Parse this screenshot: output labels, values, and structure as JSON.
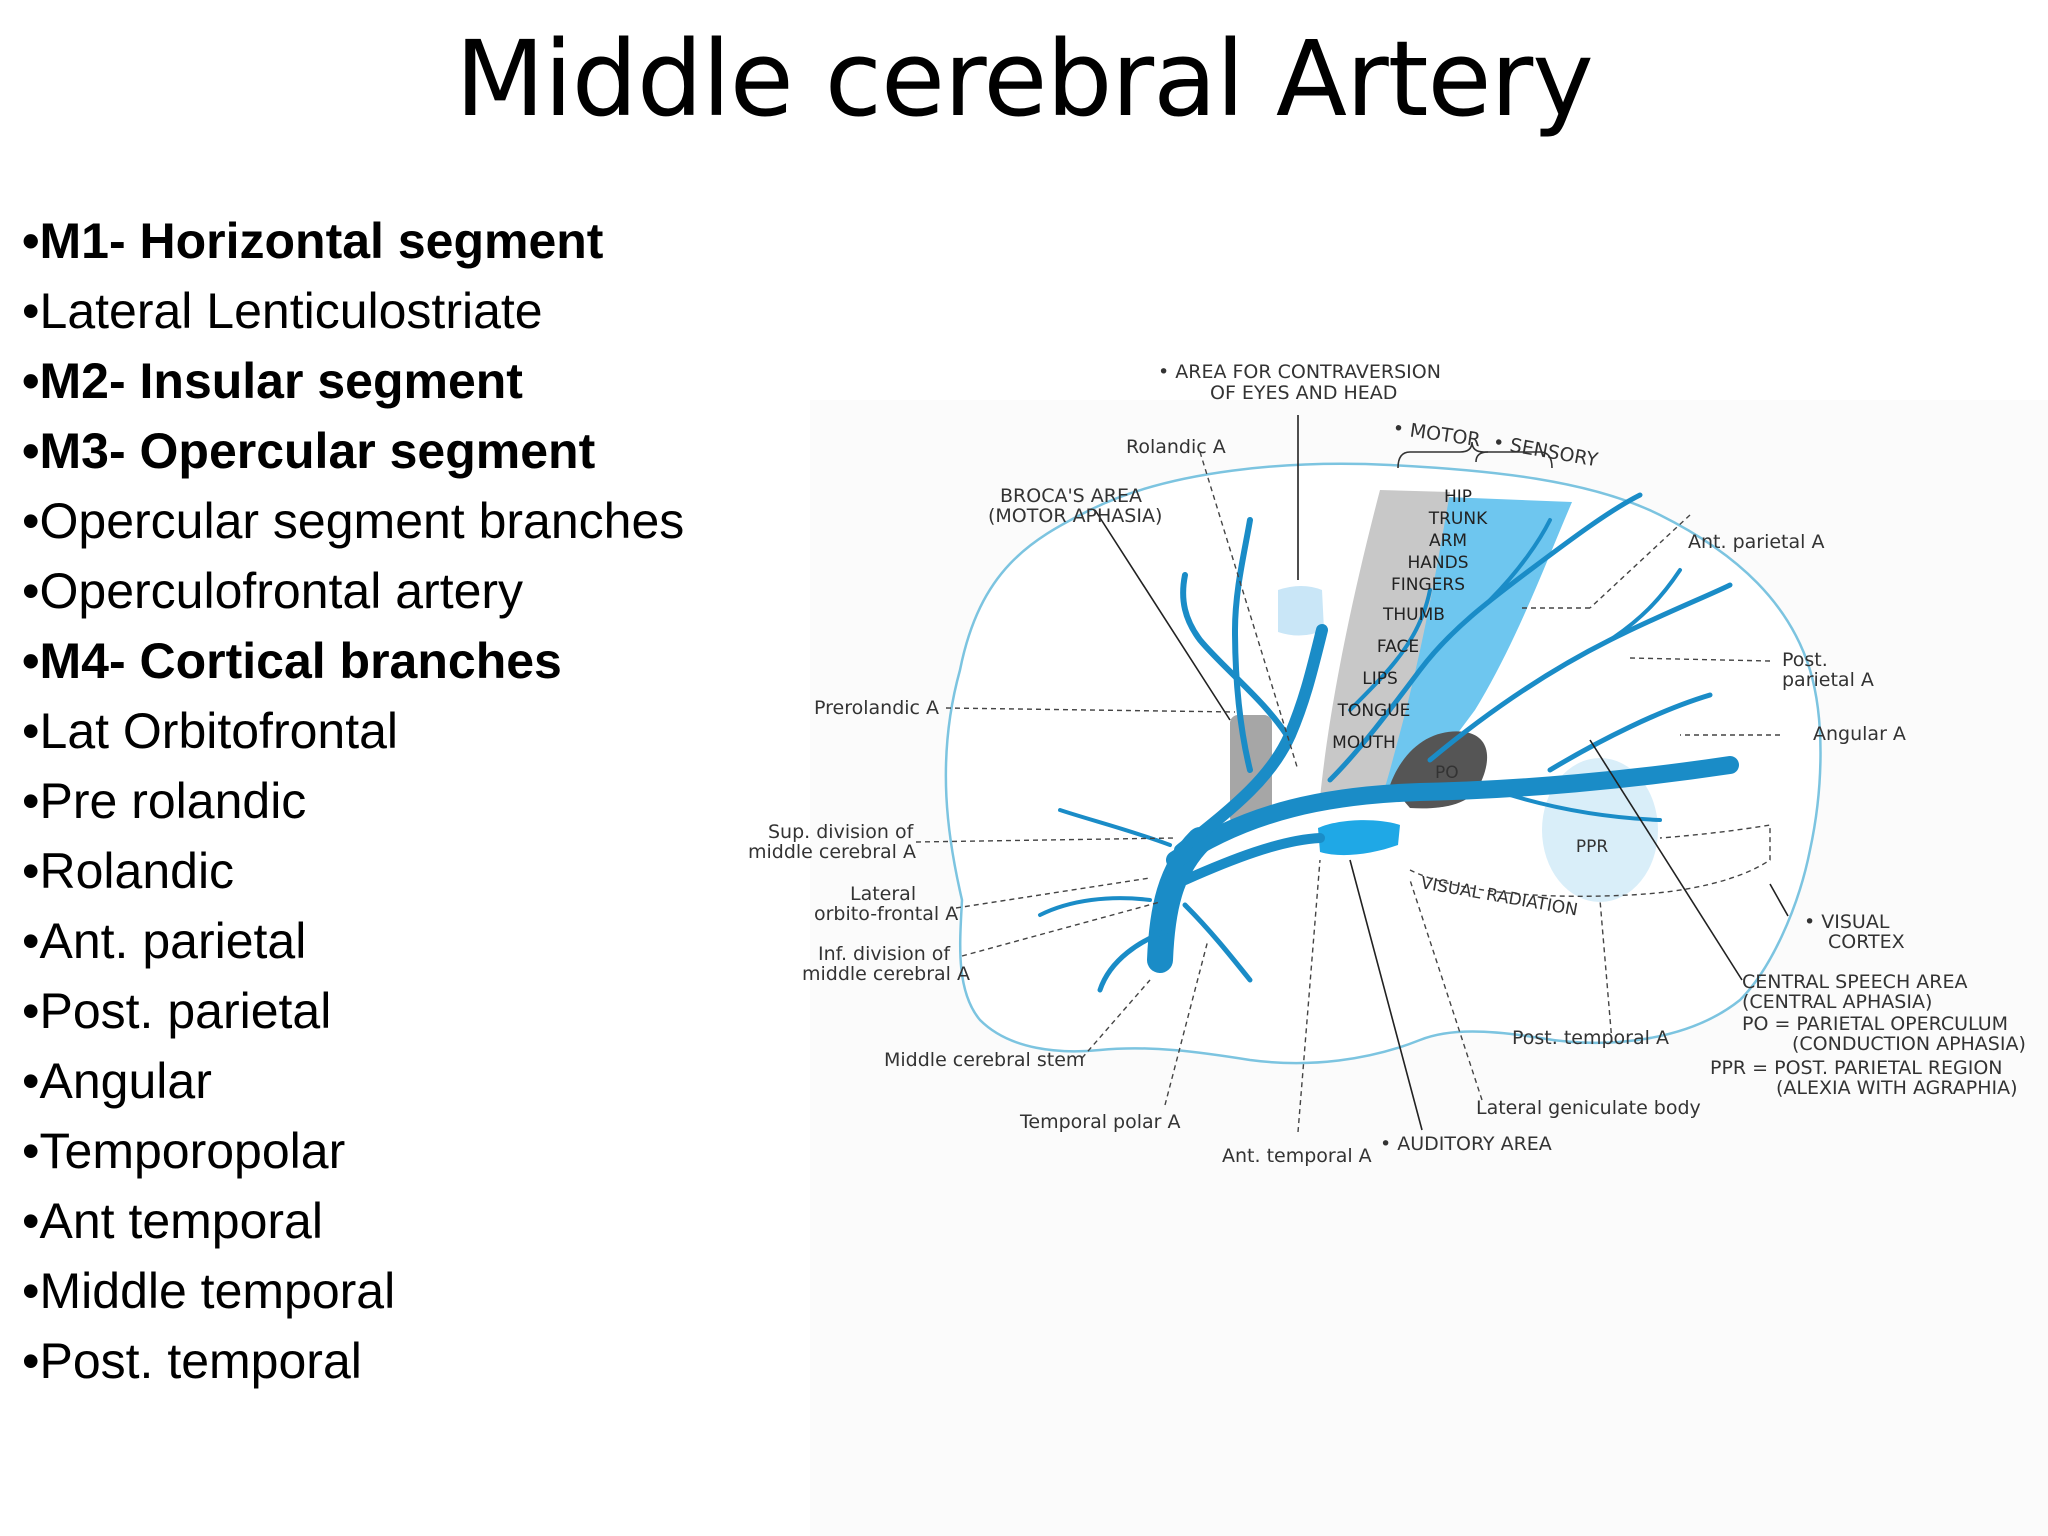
{
  "title": "Middle cerebral Artery",
  "bullets": [
    {
      "text": "•M1- Horizontal segment",
      "bold": true
    },
    {
      "text": "•Lateral Lenticulostriate",
      "bold": false
    },
    {
      "text": "•M2- Insular segment",
      "bold": true
    },
    {
      "text": "•M3- Opercular segment",
      "bold": true
    },
    {
      "text": "•Opercular segment branches",
      "bold": false
    },
    {
      "text": "•Operculofrontal artery",
      "bold": false
    },
    {
      "text": "•M4- Cortical branches",
      "bold": true
    },
    {
      "text": "•Lat Orbitofrontal",
      "bold": false
    },
    {
      "text": "•Pre rolandic",
      "bold": false
    },
    {
      "text": "•Rolandic",
      "bold": false
    },
    {
      "text": "•Ant. parietal",
      "bold": false
    },
    {
      "text": "•Post. parietal",
      "bold": false
    },
    {
      "text": "•Angular",
      "bold": false
    },
    {
      "text": "•Temporopolar",
      "bold": false
    },
    {
      "text": "•Ant temporal",
      "bold": false
    },
    {
      "text": "•Middle temporal",
      "bold": false
    },
    {
      "text": "•Post. temporal",
      "bold": false
    }
  ],
  "diagram": {
    "labels": {
      "contraversion_1": "• AREA FOR CONTRAVERSION",
      "contraversion_2": "OF EYES AND HEAD",
      "motor": "• MOTOR",
      "sensory": "• SENSORY",
      "rolandic": "Rolandic A",
      "broca_1": "BROCA'S AREA",
      "broca_2": "(MOTOR APHASIA)",
      "ant_parietal": "Ant. parietal A",
      "post_parietal_1": "Post.",
      "post_parietal_2": "parietal A",
      "angular": "Angular A",
      "prerolandic": "Prerolandic A",
      "sup_division_1": "Sup. division of",
      "sup_division_2": "middle cerebral A",
      "lateral_of_1": "Lateral",
      "lateral_of_2": "orbito-frontal A",
      "inf_division_1": "Inf. division of",
      "inf_division_2": "middle cerebral A",
      "visual_radiation": "VISUAL RADIATION",
      "visual_cortex_1": "• VISUAL",
      "visual_cortex_2": "CORTEX",
      "ppr": "PPR",
      "po": "PO",
      "central_speech_1": "CENTRAL SPEECH AREA",
      "central_speech_2": "(CENTRAL APHASIA)",
      "po_def_1": "PO = PARIETAL OPERCULUM",
      "po_def_2": "(CONDUCTION APHASIA)",
      "ppr_def_1": "PPR = POST. PARIETAL REGION",
      "ppr_def_2": "(ALEXIA WITH AGRAPHIA)",
      "middle_stem": "Middle cerebral stem",
      "post_temporal": "Post. temporal A",
      "lateral_geniculate": "Lateral geniculate body",
      "temporal_polar": "Temporal polar A",
      "ant_temporal": "Ant. temporal A",
      "auditory": "• AUDITORY AREA"
    },
    "somatotopy": [
      "HIP",
      "TRUNK",
      "ARM",
      "HANDS",
      "FINGERS",
      "THUMB",
      "FACE",
      "LIPS",
      "TONGUE",
      "MOUTH"
    ],
    "colors": {
      "vessel": "#1a8cc7",
      "outline": "#7cc4e0",
      "sensory_strip": "#6ec6ef",
      "motor_strip": "#c8c8c8",
      "broca": "#a6a6a6",
      "po": "#555555",
      "ppr": "#d9eef9",
      "contraversion": "#c9e6f7",
      "auditory": "#1fa8e6"
    }
  }
}
